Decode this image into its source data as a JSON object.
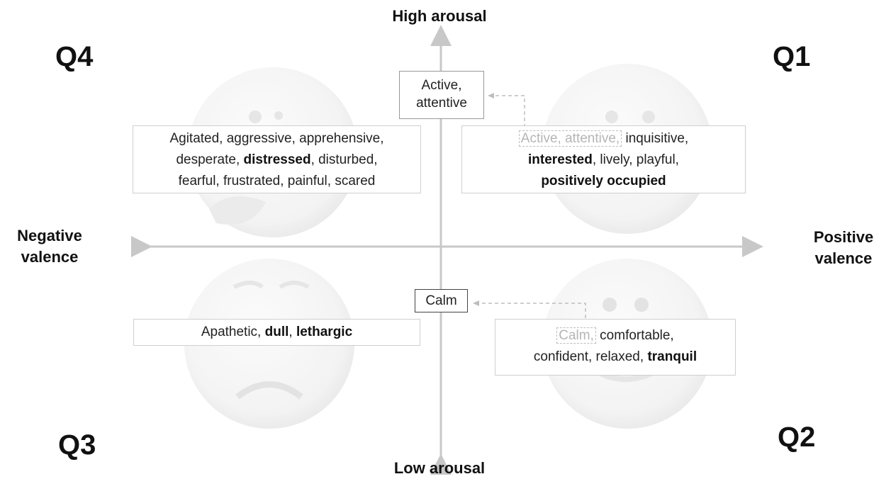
{
  "quadrants": {
    "q1": "Q1",
    "q2": "Q2",
    "q3": "Q3",
    "q4": "Q4"
  },
  "axes": {
    "top": "High arousal",
    "bottom": "Low arousal",
    "left_line1": "Negative",
    "left_line2": "valence",
    "right_line1": "Positive",
    "right_line2": "valence"
  },
  "hub_boxes": {
    "active_line1": "Active,",
    "active_line2": "attentive",
    "calm": "Calm"
  },
  "q4_box": {
    "line1": "Agitated, aggressive, apprehensive,",
    "line2_pre": "desperate, ",
    "line2_bold": "distressed",
    "line2_post": ", disturbed,",
    "line3": "fearful, frustrated, painful, scared"
  },
  "q1_box": {
    "ghost": "Active, attentive,",
    "line1_post": " inquisitive,",
    "line2_bold": "interested",
    "line2_post": ", lively, playful,",
    "line3_bold": "positively occupied"
  },
  "q3_box": {
    "pre": "Apathetic, ",
    "bold1": "dull",
    "mid": ", ",
    "bold2": "lethargic"
  },
  "q2_box": {
    "ghost": "Calm,",
    "line1_post": " comfortable,",
    "line2_pre": "confident, relaxed, ",
    "line2_bold": "tranquil"
  },
  "colors": {
    "axis": "#c8c8c8",
    "text": "#1a1a1a",
    "ghost_text": "#b5b5b5",
    "face_fill": "#f4f4f4"
  },
  "icons": {
    "q4_face": "frightened-face-icon",
    "q1_face": "happy-face-icon",
    "q3_face": "sad-face-icon",
    "q2_face": "content-face-icon"
  }
}
